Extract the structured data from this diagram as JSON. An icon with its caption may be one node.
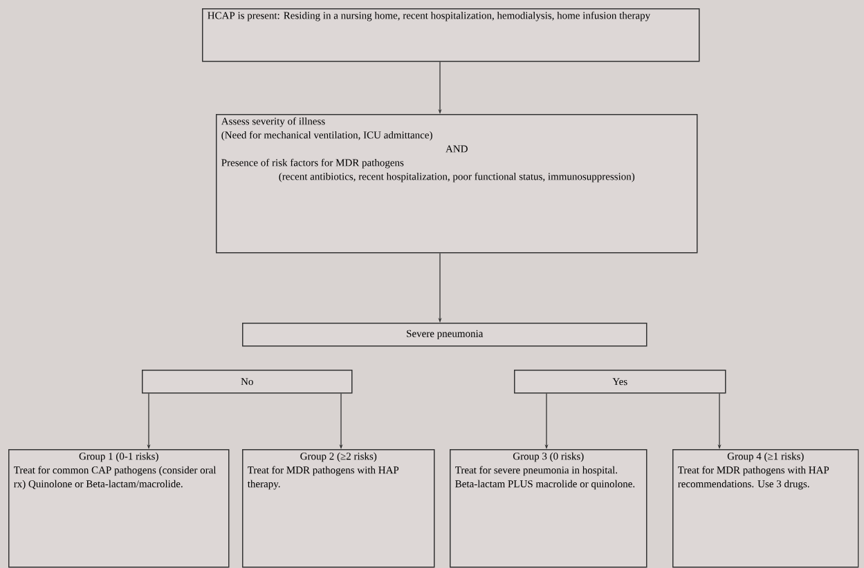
{
  "diagram": {
    "nodes": [
      {
        "text": [
          "HCAP is present: Residing in a nursing home, recent hospitalization, hemodialysis, home infusion therapy"
        ]
      },
      {
        "text": [
          "Assess severity of illness",
          "(Need for mechanical ventilation, ICU admittance)",
          "AND",
          "Presence of risk factors for MDR pathogens",
          "(recent antibiotics, recent hospitalization, poor functional status, immunosuppression)"
        ]
      },
      {
        "text": [
          "Severe pneumonia"
        ]
      },
      {
        "text": [
          "No"
        ]
      },
      {
        "text": [
          "Yes"
        ]
      },
      {
        "text": [
          "Group 1 (0-1 risks)",
          "Treat for common CAP pathogens (consider oral rx) Quinolone or Beta-lactam/macrolide."
        ]
      },
      {
        "text": [
          "Group 2 (≥2 risks)",
          "Treat for MDR pathogens with HAP therapy."
        ]
      },
      {
        "text": [
          "Group 3 (0 risks)",
          "Treat for severe pneumonia in hospital. Beta-lactam PLUS macrolide or quinolone."
        ]
      },
      {
        "text": [
          "Group 4 (≥1 risks)",
          "Treat for MDR pathogens with HAP recommendations. Use 3 drugs."
        ]
      }
    ],
    "edges": [
      {
        "from": 0,
        "to": 1,
        "arrow": "to"
      },
      {
        "from": 1,
        "to": 2,
        "arrow": "to"
      },
      {
        "from": 3,
        "to": 5,
        "arrow": "to"
      },
      {
        "from": 3,
        "to": 6,
        "arrow": "to"
      },
      {
        "from": 4,
        "to": 7,
        "arrow": "to"
      },
      {
        "from": 4,
        "to": 8,
        "arrow": "to"
      }
    ]
  }
}
